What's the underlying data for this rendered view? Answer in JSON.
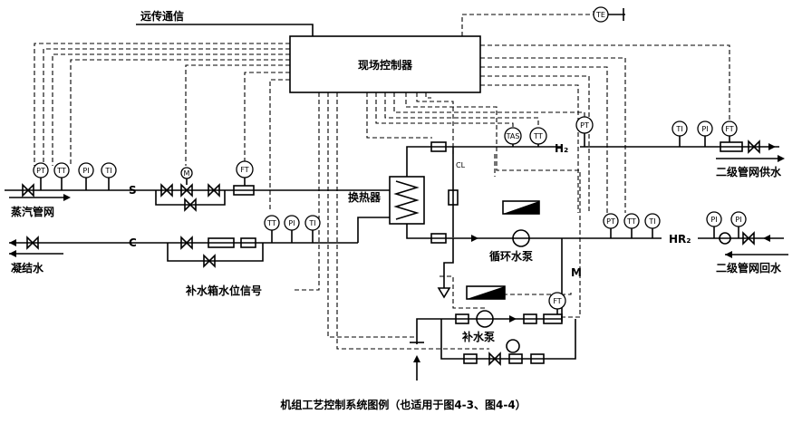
{
  "labels": {
    "remote_comm": "远传通信",
    "controller": "现场控制器",
    "steam_pipe": "蒸汽管网",
    "condensate": "凝结水",
    "heat_exchanger": "换热器",
    "circ_pump": "循环水泵",
    "makeup_pump": "补水泵",
    "tank_level": "补水箱水位信号",
    "sec_supply": "二级管网供水",
    "sec_return": "二级管网回水",
    "s": "S",
    "c": "C",
    "h2": "H₂",
    "hr2": "HR₂",
    "m": "M",
    "caption": "机组工艺控制系统图例（也适用于图4-3、图4-4）"
  },
  "instruments": {
    "te": "TE",
    "pt": "PT",
    "tt": "TT",
    "pi": "PI",
    "ti": "TI",
    "ft": "FT",
    "tas": "TAS",
    "m_valve": "M",
    "cl": "CL"
  }
}
